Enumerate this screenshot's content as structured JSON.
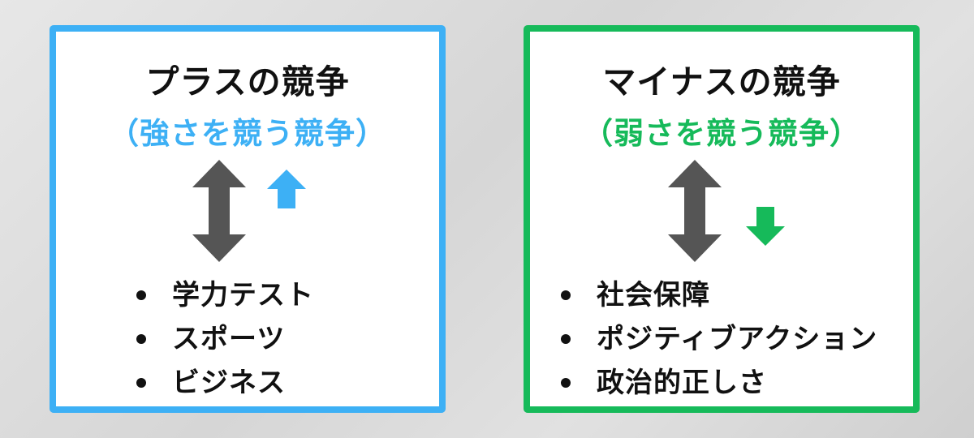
{
  "colors": {
    "left_border": "#3db0f5",
    "right_border": "#16ba5a",
    "double_arrow": "#555555",
    "up_arrow": "#3db0f5",
    "down_arrow": "#16ba5a"
  },
  "left_panel": {
    "title": "プラスの競争",
    "subtitle": "（強さを競う競争）",
    "double_arrow_icon": "up-down-arrow",
    "trend_icon": "up-arrow",
    "items": [
      "学力テスト",
      "スポーツ",
      "ビジネス"
    ]
  },
  "right_panel": {
    "title": "マイナスの競争",
    "subtitle": "（弱さを競う競争）",
    "double_arrow_icon": "up-down-arrow",
    "trend_icon": "down-arrow",
    "items": [
      "社会保障",
      "ポジティブアクション",
      "政治的正しさ"
    ]
  }
}
